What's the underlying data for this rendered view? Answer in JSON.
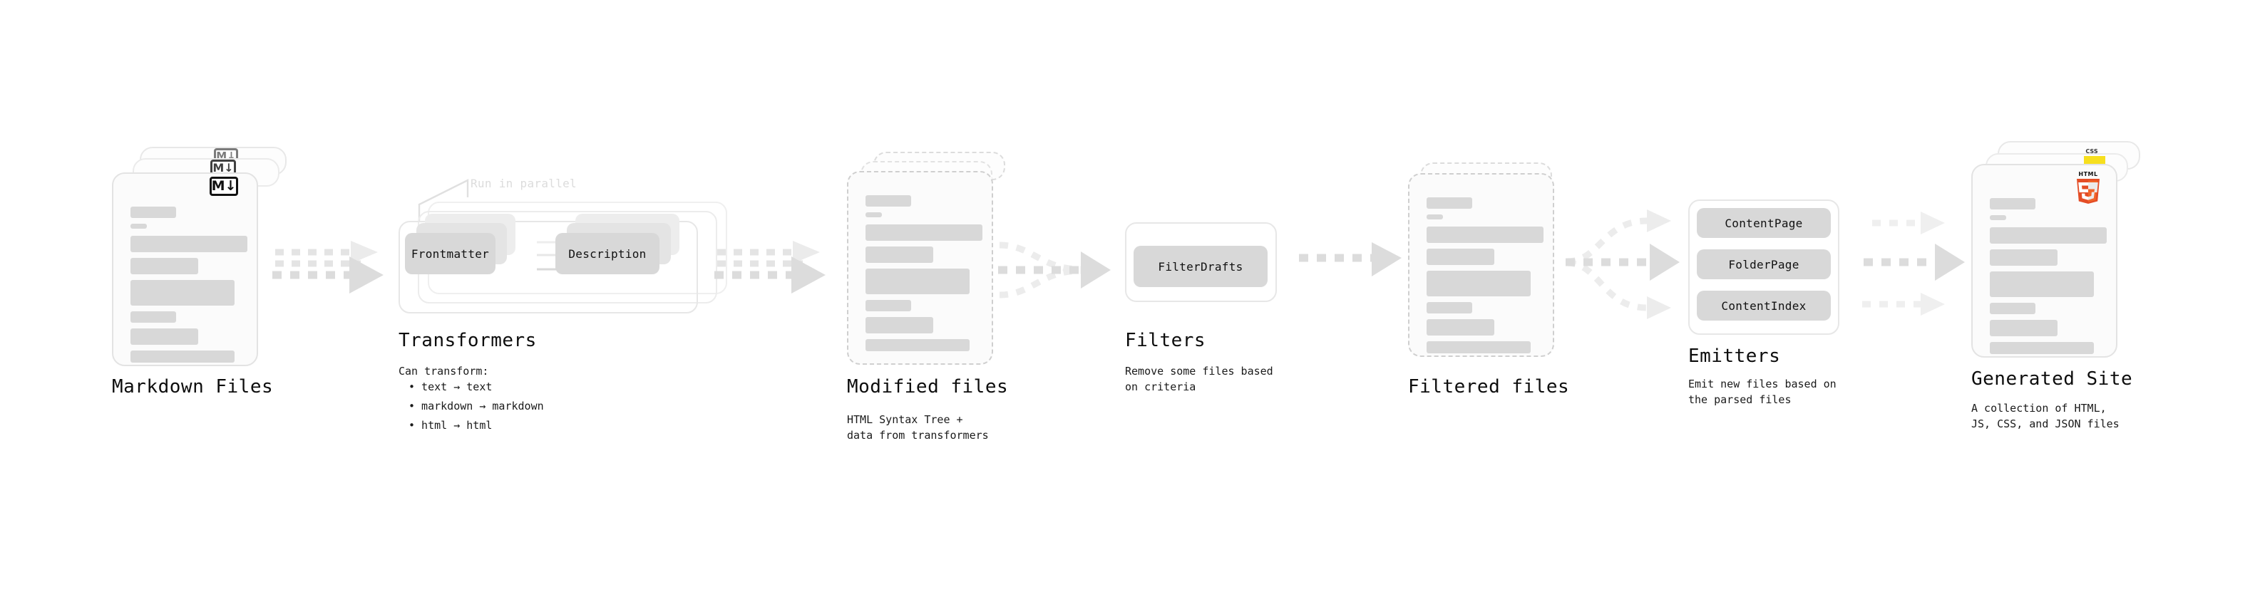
{
  "diagram": {
    "title_font": "monospace",
    "colors": {
      "skeleton": "#d8d8d8",
      "card_border": "#e3e3e3",
      "dashed_border": "#cfcfcf",
      "arrow": "#dcdcdc",
      "chip": "#d8d8d8",
      "html5_orange": "#e44d26",
      "html5_shield_light": "#f16529",
      "css_blue": "#264de4",
      "js_yellow": "#f7df1e",
      "muted_text": "#dcdcdc"
    },
    "stages": [
      {
        "id": "markdown-files",
        "heading": "Markdown Files",
        "description": "",
        "badge": "M↓",
        "badge_name": "markdown-icon"
      },
      {
        "id": "transformers",
        "heading": "Transformers",
        "description": "Can transform:",
        "annotation": "Run in parallel",
        "bullets": [
          "• text → text",
          "• markdown → markdown",
          "• html → html"
        ],
        "chips": [
          "Frontmatter",
          "Description"
        ]
      },
      {
        "id": "modified-files",
        "heading": "Modified files",
        "description": "HTML Syntax Tree +\ndata from transformers"
      },
      {
        "id": "filters",
        "heading": "Filters",
        "description": "Remove some files based\non criteria",
        "chips": [
          "FilterDrafts"
        ]
      },
      {
        "id": "filtered-files",
        "heading": "Filtered files",
        "description": ""
      },
      {
        "id": "emitters",
        "heading": "Emitters",
        "description": "Emit new files based on\nthe parsed files",
        "chips": [
          "ContentPage",
          "FolderPage",
          "ContentIndex"
        ]
      },
      {
        "id": "generated-site",
        "heading": "Generated Site",
        "description": "A collection of HTML,\nJS, CSS, and JSON files",
        "badges": [
          "HTML5",
          "JS",
          "CSS"
        ]
      }
    ]
  }
}
